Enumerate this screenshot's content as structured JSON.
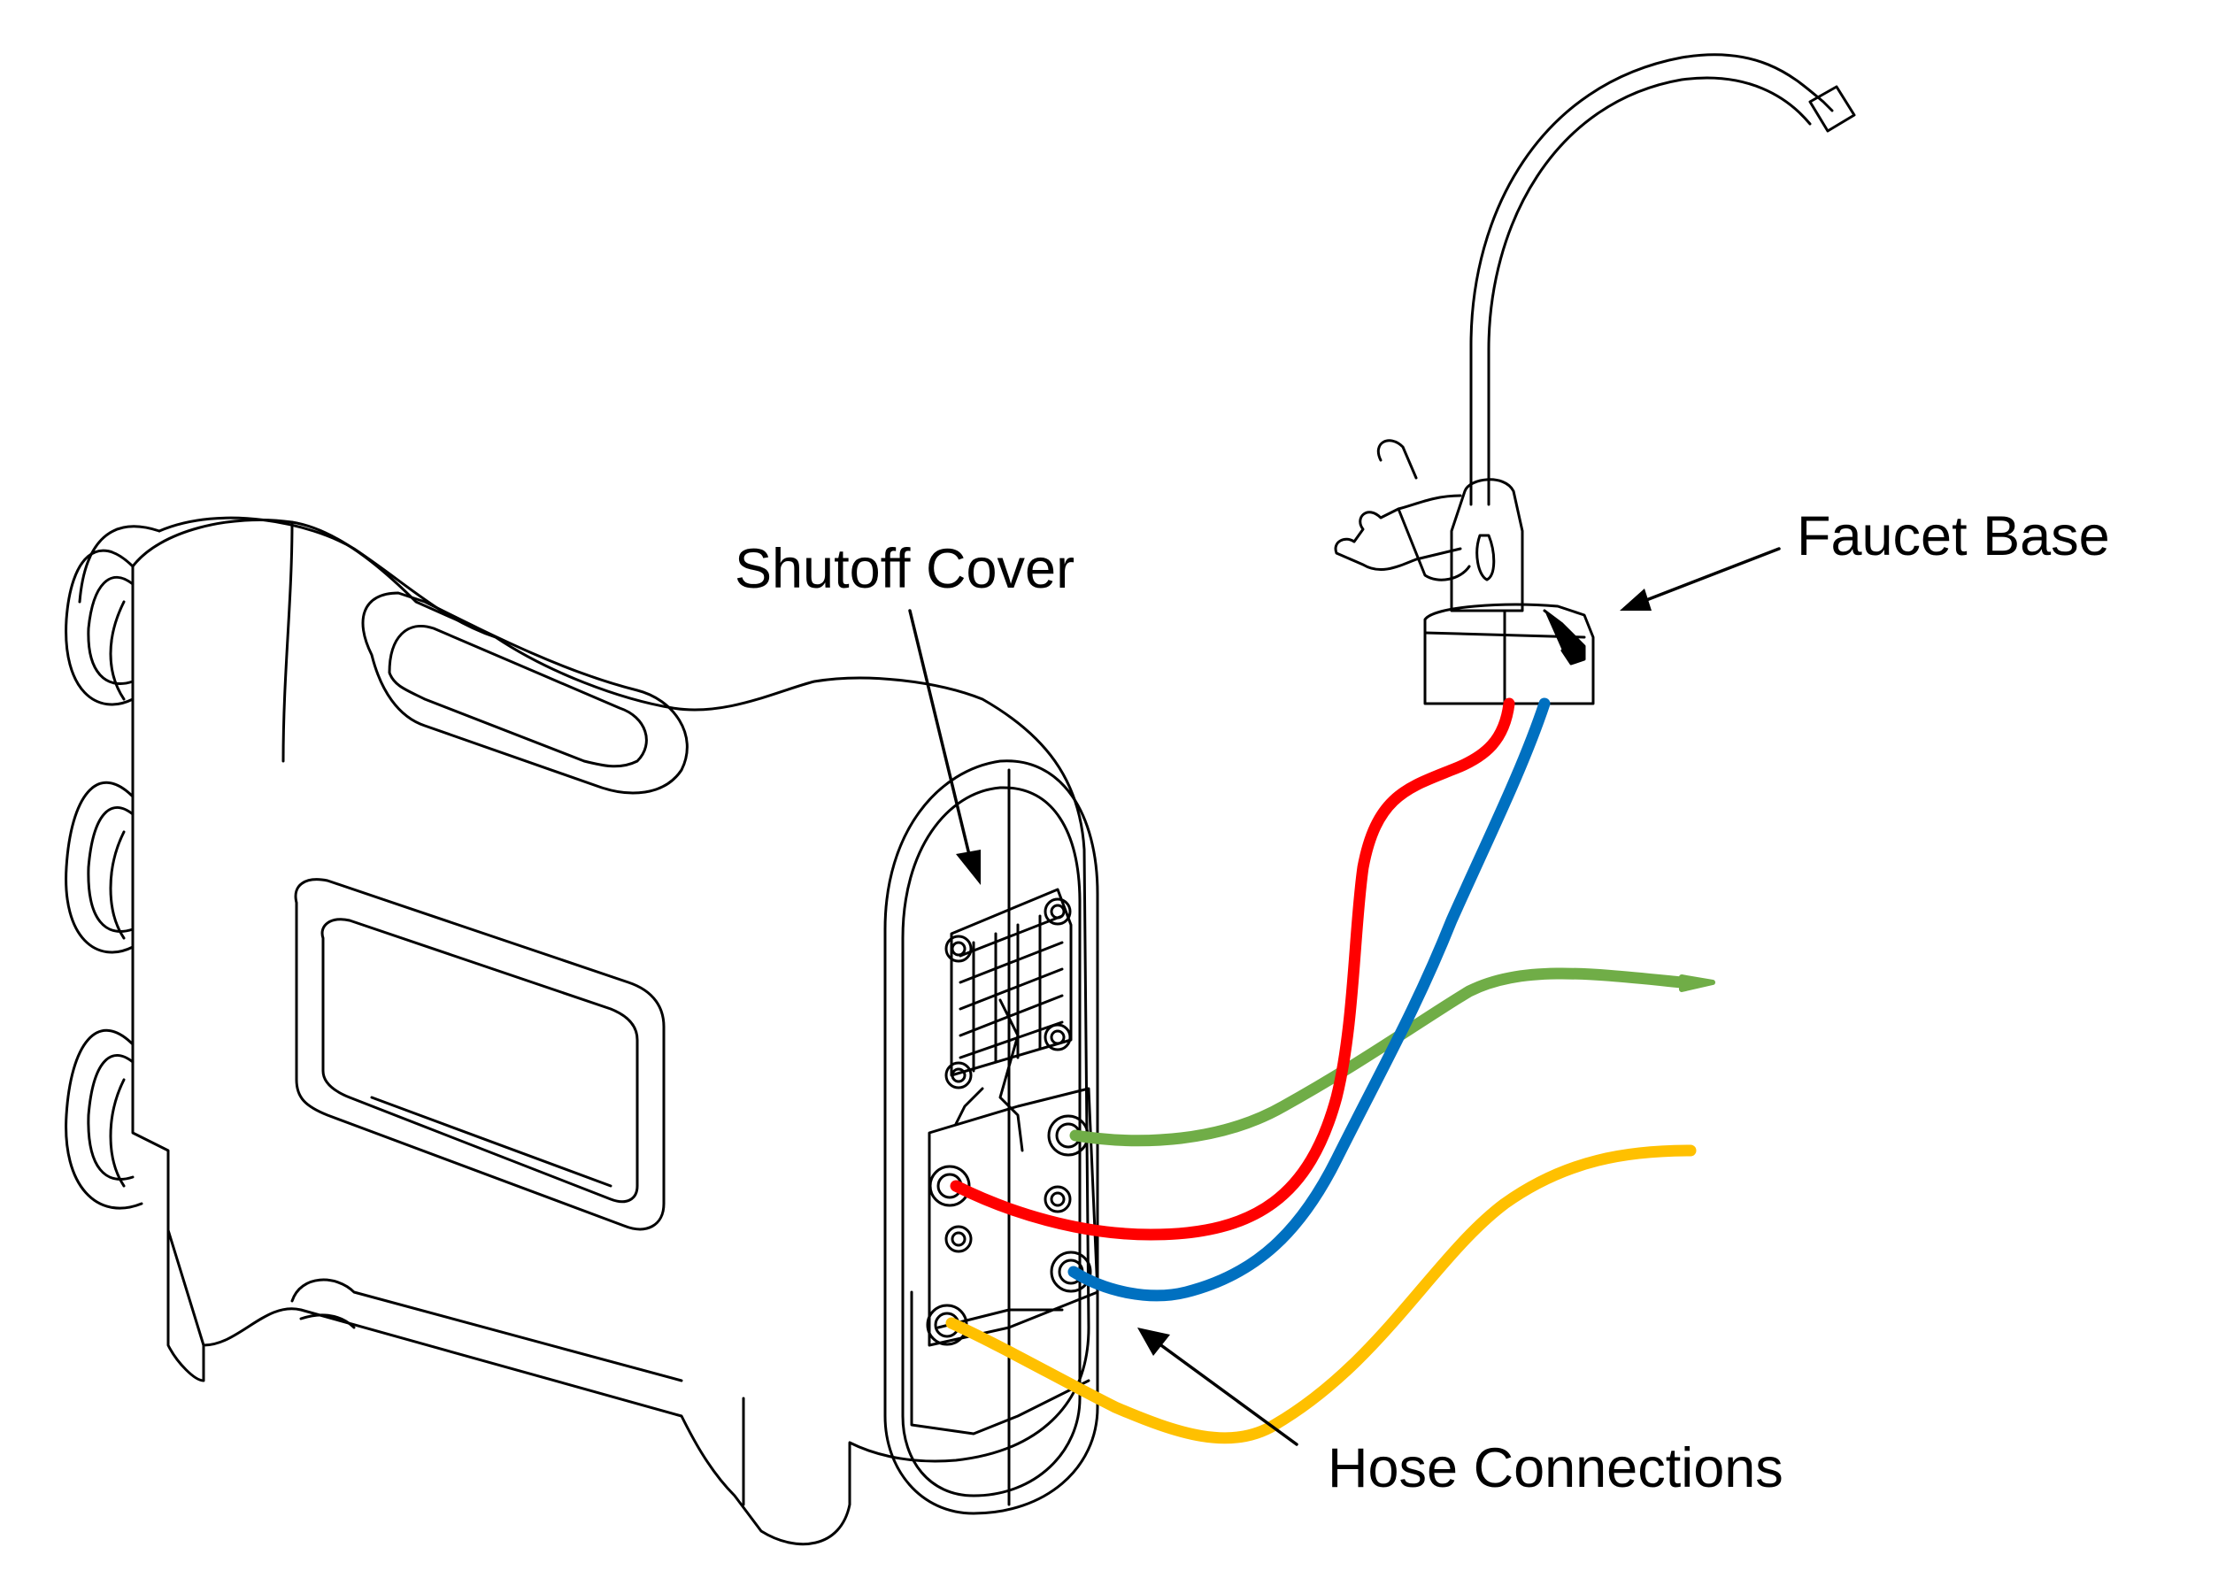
{
  "labels": {
    "shutoff_cover": "Shutoff Cover",
    "faucet_base": "Faucet Base",
    "hose_connections": "Hose Connections"
  },
  "hose_colors": {
    "green": "#70AD47",
    "red": "#FF0000",
    "blue": "#0070C0",
    "yellow": "#FFC000"
  },
  "line_color": "#000000"
}
